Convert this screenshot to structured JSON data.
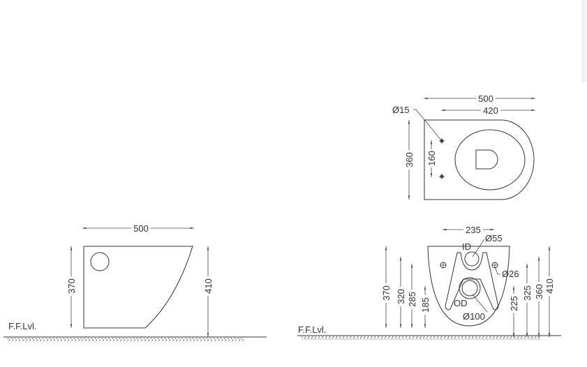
{
  "side_view": {
    "width_label": "500",
    "height_label": "370",
    "total_height_label": "410",
    "floor_label": "F.F.Lvl."
  },
  "top_view": {
    "length_label": "500",
    "inner_length_label": "420",
    "depth_label": "360",
    "bolt_spacing_label": "160",
    "bolt_hole_label": "Ø15"
  },
  "rear_view": {
    "width_label": "235",
    "inlet_diameter_label": "Ø55",
    "inlet_tag": "ID",
    "fixing_hole_label": "Ø26",
    "outlet_tag": "OD",
    "outlet_diameter_label": "Ø100",
    "left_heights": [
      "370",
      "320",
      "285",
      "185"
    ],
    "right_heights": [
      "225",
      "325",
      "360",
      "410"
    ],
    "floor_label": "F.F.Lvl."
  }
}
